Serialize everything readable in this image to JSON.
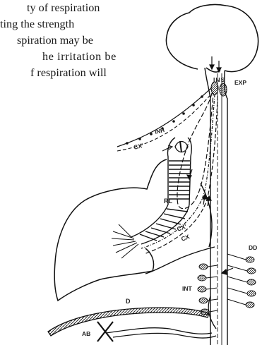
{
  "text": {
    "lines": [
      "ty of respiration",
      "ting the strength",
      "spiration may be",
      "he irritation be",
      "f respiration will"
    ]
  },
  "labels": {
    "ins": "INS",
    "exp": "EXP",
    "inh": "INH",
    "cx1": "CX'",
    "rl": "RL",
    "cx2": "CX'",
    "cx3": "CX",
    "int": "INT",
    "dd": "DD",
    "d": "D",
    "ab": "AB"
  }
}
